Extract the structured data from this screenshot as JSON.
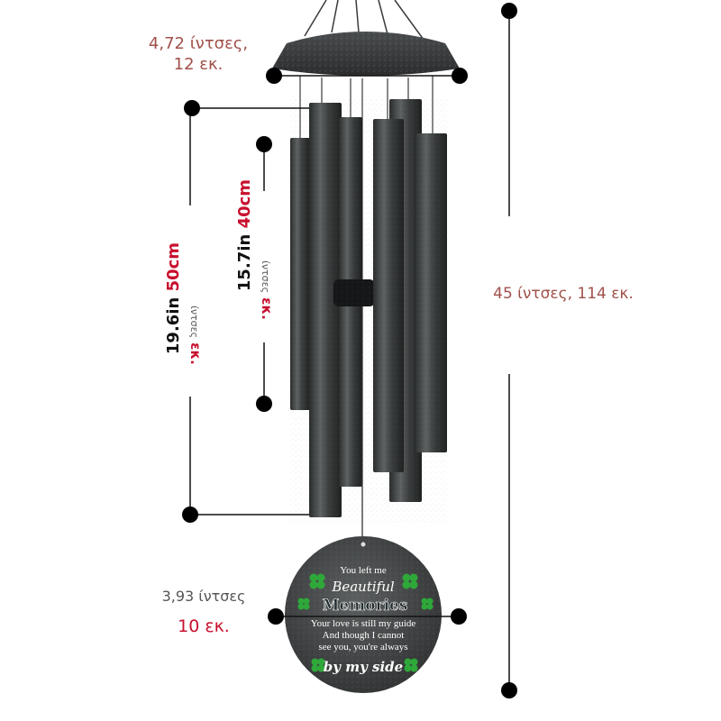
{
  "dimensions": {
    "canopy_width_in": "4,72 ίντσες,",
    "canopy_width_cm": "12 εκ.",
    "overall_length": "45 ίντσες, 114 εκ.",
    "long_tube_in": "19.6in",
    "long_tube_cm": "50cm",
    "long_tube_in_gr": "ίντσες",
    "long_tube_cm_gr": "εκ.",
    "short_tube_in": "15.7in",
    "short_tube_cm": "40cm",
    "short_tube_in_gr": "ίντσες",
    "short_tube_cm_gr": "εκ.",
    "plaque_width_in": "3,93 ίντσες",
    "plaque_width_cm": "10 εκ."
  },
  "plaque": {
    "line1": "You left me",
    "line2": "Beautiful",
    "line3": "Memories",
    "line4": "Your love is still my guide",
    "line5": "And though I cannot",
    "line6": "see you, you're always",
    "line7": "by my side"
  },
  "colors": {
    "accent_red": "#c8102e",
    "label_brown": "#a0504a",
    "tube_dark": "#2f3232",
    "tube_light": "#5a5e5e",
    "clover_green": "#2fa83a"
  }
}
